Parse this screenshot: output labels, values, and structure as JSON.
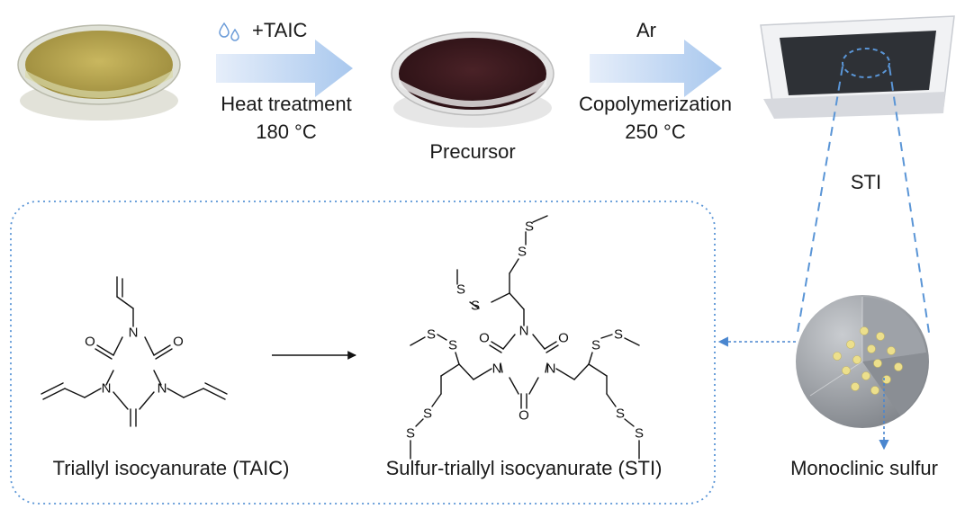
{
  "process": {
    "step1_reagent": "+TAIC",
    "step1_line1": "Heat treatment",
    "step1_line2": "180 °C",
    "precursor_label": "Precursor",
    "step2_atmosphere": "Ar",
    "step2_line1": "Copolymerization",
    "step2_line2": "250 °C",
    "product_label": "STI"
  },
  "structures": {
    "reactant_label": "Triallyl isocyanurate (TAIC)",
    "product_label": "Sulfur-triallyl isocyanurate (STI)",
    "monoclinic_label": "Monoclinic sulfur"
  },
  "atoms": {
    "N": "N",
    "O": "O",
    "S": "S"
  },
  "colors": {
    "arrow_fill": "#c6daf4",
    "dish_liquid_sulfur": "#b5a24f",
    "dish_liquid_precursor": "#3a1a1e",
    "boat_material": "#2e3136",
    "dotted_blue": "#5a95d6"
  }
}
